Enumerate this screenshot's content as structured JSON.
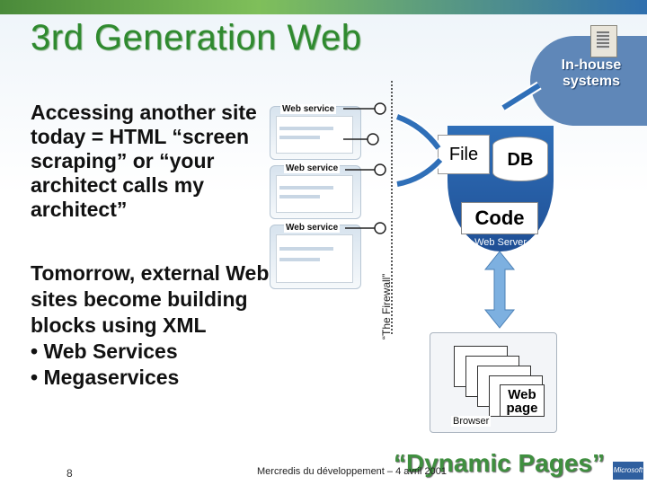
{
  "title": "3rd Generation Web",
  "paragraph1": "Accessing another site today = HTML “screen scraping” or “your architect calls my architect”",
  "paragraph2": {
    "intro": "Tomorrow, external Web sites become building blocks using XML",
    "bullets": [
      "• Web Services",
      "• Megaservices"
    ]
  },
  "web_services": [
    {
      "label": "Web service"
    },
    {
      "label": "Web service"
    },
    {
      "label": "Web service"
    }
  ],
  "firewall_label": "“The Firewall”",
  "inhouse_label": "In-house systems",
  "web_server": {
    "file_label": "File",
    "db_label": "DB",
    "code_label": "Code",
    "caption": "Web Server"
  },
  "browser": {
    "page_label": "Web page",
    "caption": "Browser"
  },
  "dynamic_pages": "“Dynamic Pages”",
  "footer": "Mercredis du développement – 4 avril 2001",
  "slide_number": "8",
  "colors": {
    "title": "#2f8a2f",
    "inhouse": "#5f87b8",
    "server": "#2f6fb8"
  }
}
